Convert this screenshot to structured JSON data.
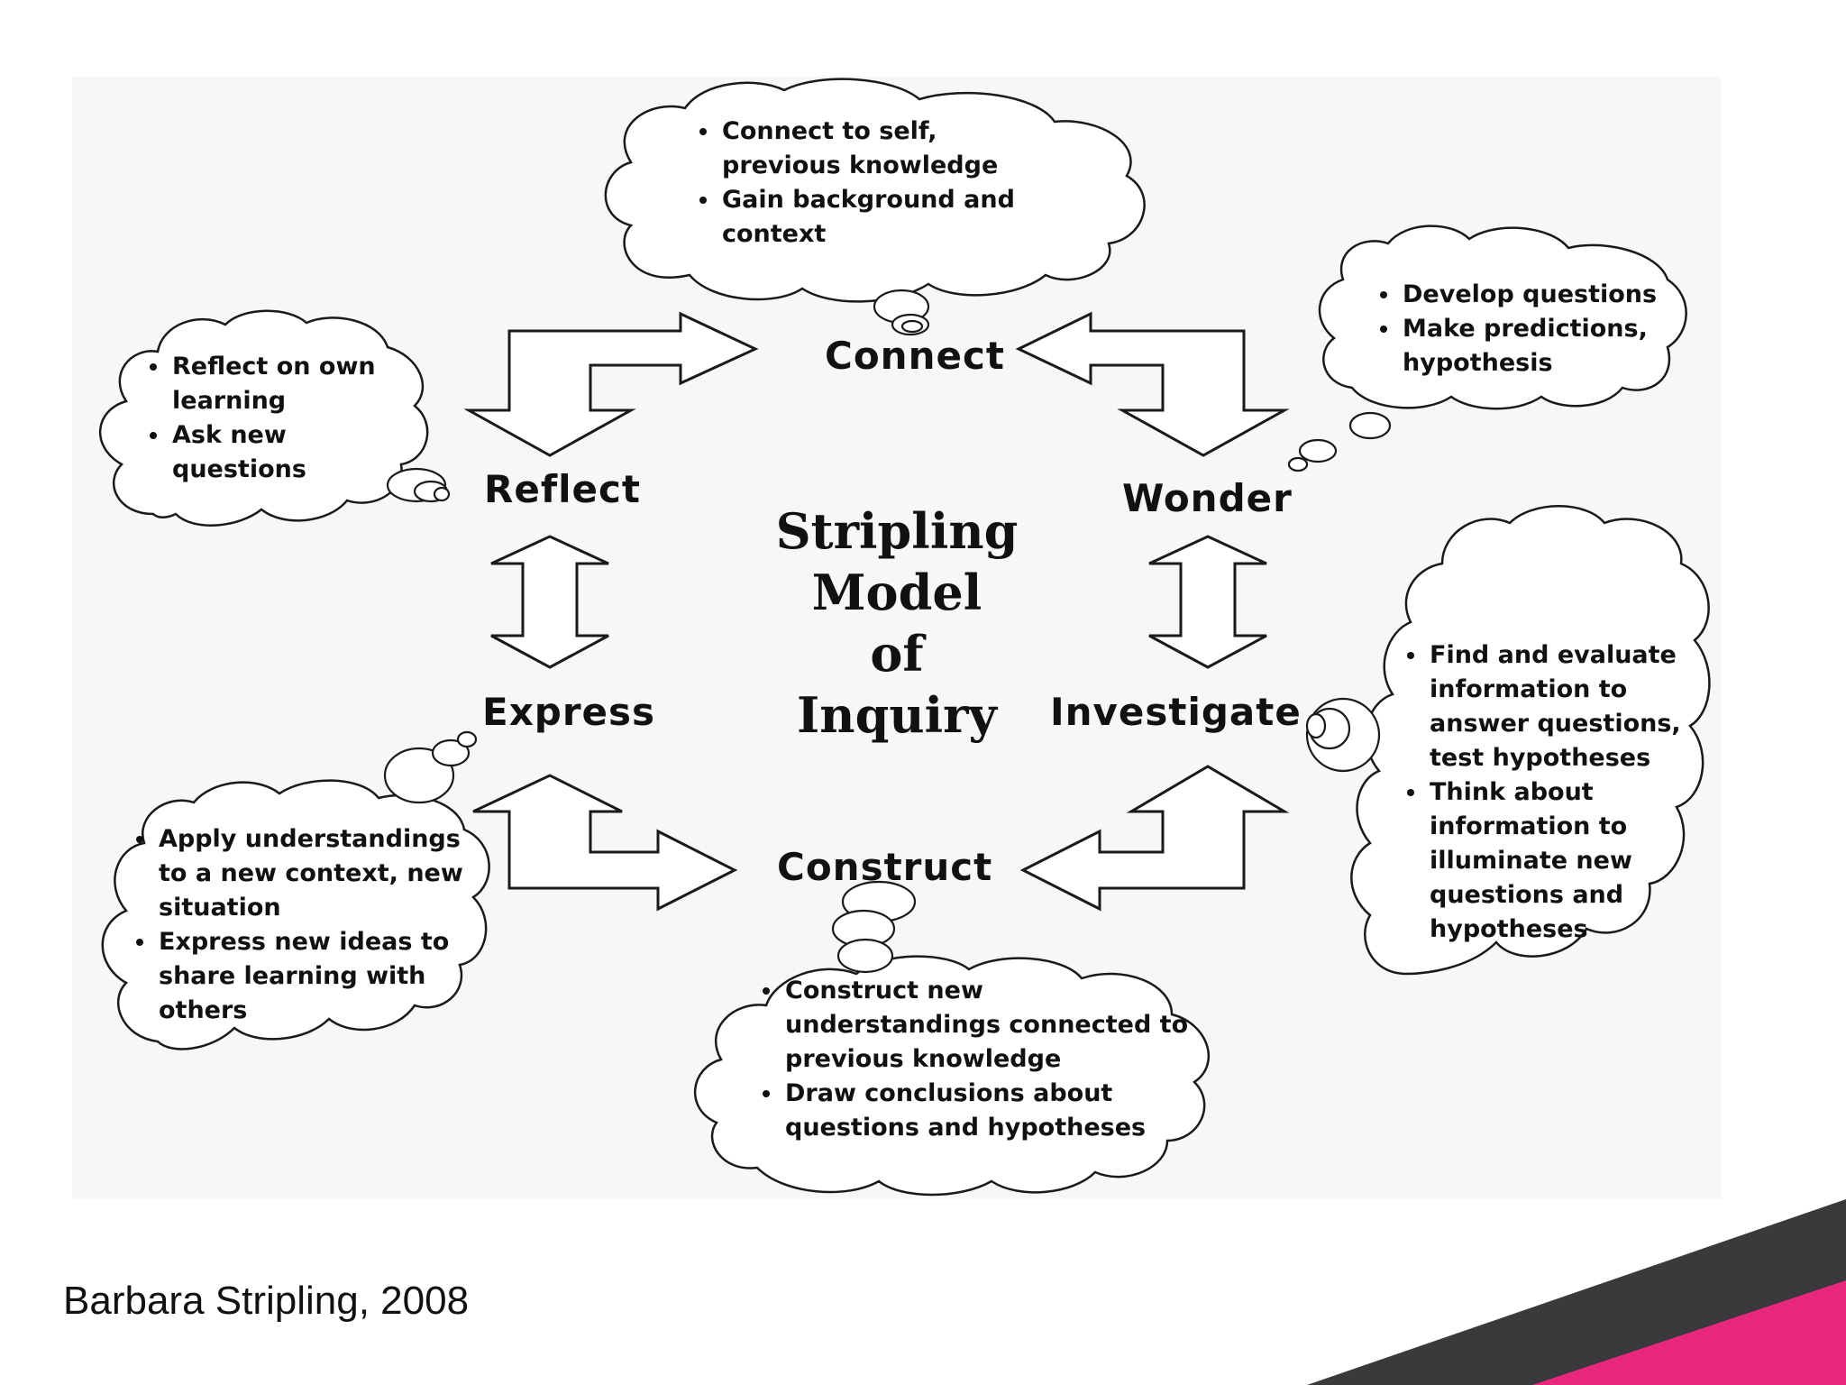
{
  "diagram": {
    "title_lines": [
      "Stripling",
      "Model",
      "of",
      "Inquiry"
    ],
    "stages": {
      "connect": "Connect",
      "wonder": "Wonder",
      "investigate": "Investigate",
      "construct": "Construct",
      "express": "Express",
      "reflect": "Reflect"
    },
    "clouds": {
      "connect": [
        "Connect to self, previous knowledge",
        "Gain background and context"
      ],
      "wonder": [
        "Develop questions",
        "Make predictions, hypothesis"
      ],
      "investigate": [
        "Find and evaluate information to answer questions, test  hypotheses",
        "Think about information to illuminate new questions and hypotheses"
      ],
      "construct": [
        "Construct new understandings connected to previous knowledge",
        "Draw conclusions about questions and hypotheses"
      ],
      "express": [
        "Apply understandings to a new context, new situation",
        "Express new ideas to share learning with others"
      ],
      "reflect": [
        "Reflect on own learning",
        "Ask new questions"
      ]
    }
  },
  "footer": {
    "credit": "Barbara Stripling, 2008"
  },
  "colors": {
    "accent_dark": "#3a3a3c",
    "accent_pink": "#e8277e",
    "stroke": "#1a1a1a"
  }
}
